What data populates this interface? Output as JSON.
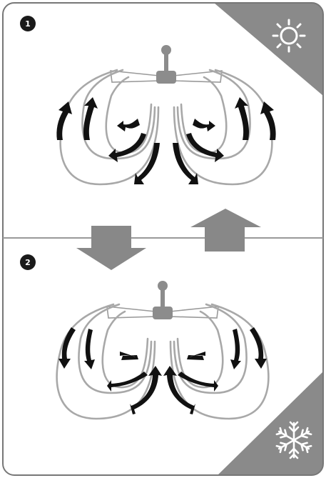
{
  "panels": [
    {
      "step_label": "1",
      "mode_icon": "sun-icon",
      "fan_direction": "summer-downdraft"
    },
    {
      "step_label": "2",
      "mode_icon": "snowflake-icon",
      "fan_direction": "winter-updraft"
    }
  ],
  "transition_arrows": [
    {
      "icon": "down-arrow-icon"
    },
    {
      "icon": "up-arrow-icon"
    }
  ],
  "colors": {
    "frame": "#777777",
    "corner_triangle": "#8a8a8a",
    "big_arrow": "#888888",
    "airflow_line": "#a8a8a8",
    "airflow_arrow": "#111111",
    "fan": "#8c8c8c",
    "badge": "#1a1a1a"
  }
}
